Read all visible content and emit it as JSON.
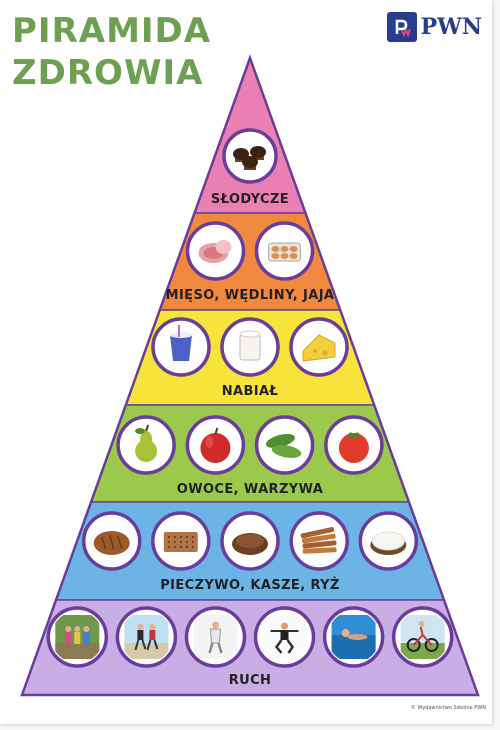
{
  "title": {
    "line1": "PIRAMIDA",
    "line2": "ZDROWIA"
  },
  "logo": {
    "text": "PWN"
  },
  "colors": {
    "title": "#6ea052",
    "outline": "#6a3d9a",
    "logo": "#2a3c8f",
    "tiers": [
      "#ea7fb3",
      "#f0883e",
      "#f7e43a",
      "#9bc94b",
      "#6db4e6",
      "#c9aee6"
    ]
  },
  "tiers": [
    {
      "label": "SŁODYCZE",
      "items": [
        "muffins-icon"
      ]
    },
    {
      "label": "MIĘSO, WĘDLINY, JAJA",
      "items": [
        "ham-icon",
        "eggs-icon"
      ]
    },
    {
      "label": "NABIAŁ",
      "items": [
        "yogurt-icon",
        "milk-icon",
        "cheese-icon"
      ]
    },
    {
      "label": "OWOCE, WARZYWA",
      "items": [
        "pear-icon",
        "apple-icon",
        "cucumber-icon",
        "tomato-icon"
      ]
    },
    {
      "label": "PIECZYWO, KASZE, RYŻ",
      "items": [
        "bread-icon",
        "crispbread-icon",
        "buckwheat-icon",
        "breadsticks-icon",
        "rice-icon"
      ]
    },
    {
      "label": "RUCH",
      "items": [
        "walking-family-icon",
        "running-icon",
        "skating-icon",
        "exercise-icon",
        "swimming-icon",
        "cycling-icon"
      ]
    }
  ],
  "footer": "© Wydawnictwo Szkolne PWN"
}
